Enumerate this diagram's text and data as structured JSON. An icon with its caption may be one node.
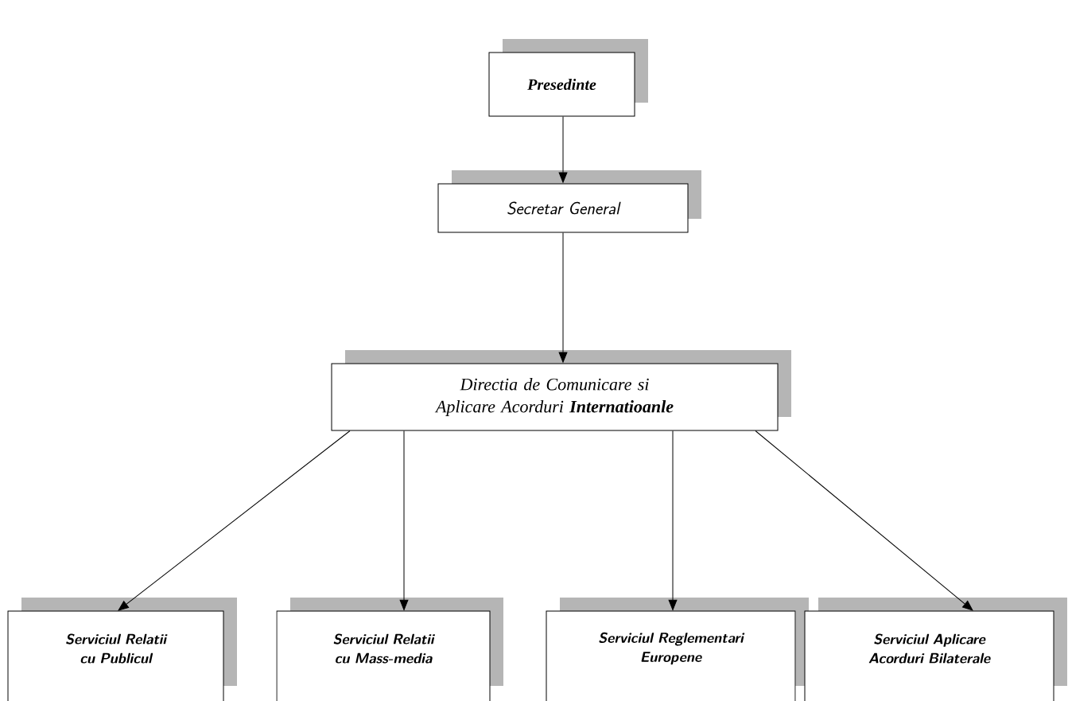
{
  "diagram": {
    "nodes": [
      {
        "text": [
          "Presedinte"
        ]
      },
      {
        "text": [
          "Secretar General"
        ]
      },
      {
        "text": [
          "Directia de Comunicare si Aplicare Acorduri **Internatioanle**"
        ]
      },
      {
        "text": [
          "Serviciul Relatii cu Publicul"
        ]
      },
      {
        "text": [
          "Serviciul Relatii cu Mass-media"
        ]
      },
      {
        "text": [
          "Serviciul Reglementari Europene"
        ]
      },
      {
        "text": [
          "Serviciul Aplicare Acorduri Bilaterale"
        ]
      }
    ],
    "edges": [
      {
        "from": 0,
        "to": 1,
        "arrow": "to"
      },
      {
        "from": 1,
        "to": 2,
        "arrow": "to"
      },
      {
        "from": 2,
        "to": 3,
        "arrow": "to"
      },
      {
        "from": 2,
        "to": 4,
        "arrow": "to"
      },
      {
        "from": 2,
        "to": 5,
        "arrow": "to"
      },
      {
        "from": 2,
        "to": 6,
        "arrow": "to"
      }
    ]
  }
}
